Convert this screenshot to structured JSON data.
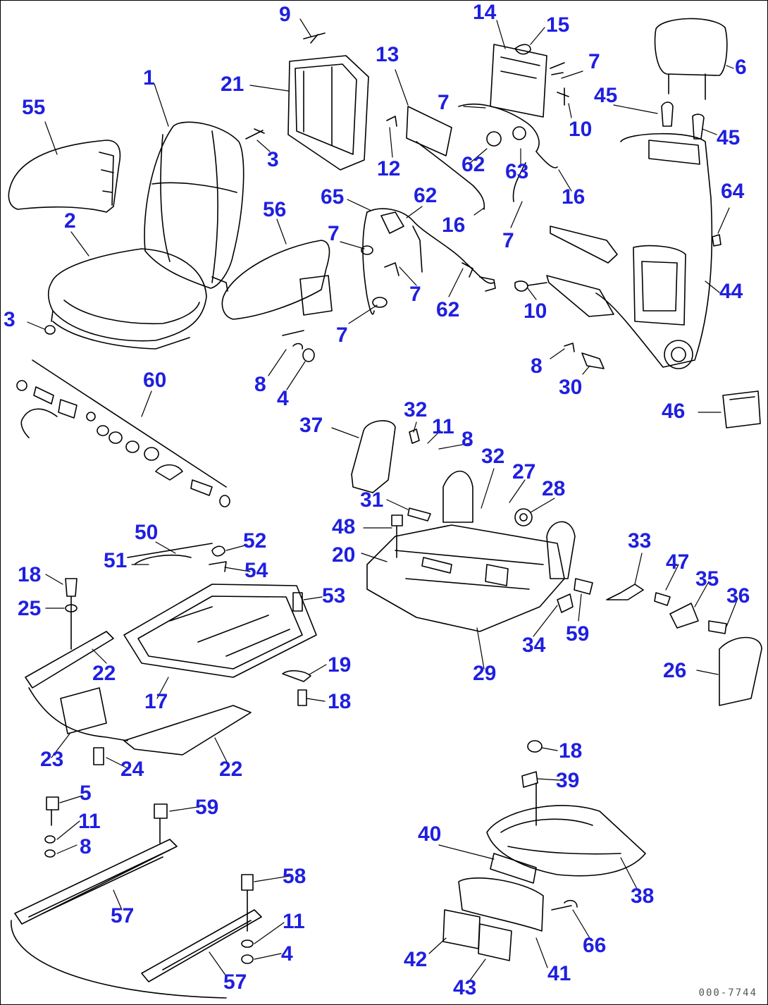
{
  "diagram": {
    "drawing_code": "000-7744",
    "callout_color": "#1f1fe0",
    "line_color": "#000000",
    "callouts": [
      {
        "id": "c-9",
        "text": "9"
      },
      {
        "id": "c-14",
        "text": "14"
      },
      {
        "id": "c-15",
        "text": "15"
      },
      {
        "id": "c-1",
        "text": "1"
      },
      {
        "id": "c-21",
        "text": "21"
      },
      {
        "id": "c-13",
        "text": "13"
      },
      {
        "id": "c-7a",
        "text": "7"
      },
      {
        "id": "c-6",
        "text": "6"
      },
      {
        "id": "c-55",
        "text": "55"
      },
      {
        "id": "c-45a",
        "text": "45"
      },
      {
        "id": "c-7b",
        "text": "7"
      },
      {
        "id": "c-3a",
        "text": "3"
      },
      {
        "id": "c-10a",
        "text": "10"
      },
      {
        "id": "c-45b",
        "text": "45"
      },
      {
        "id": "c-12",
        "text": "12"
      },
      {
        "id": "c-62a",
        "text": "62"
      },
      {
        "id": "c-63",
        "text": "63"
      },
      {
        "id": "c-16a",
        "text": "16"
      },
      {
        "id": "c-65",
        "text": "65"
      },
      {
        "id": "c-62b",
        "text": "62"
      },
      {
        "id": "c-64",
        "text": "64"
      },
      {
        "id": "c-56",
        "text": "56"
      },
      {
        "id": "c-2",
        "text": "2"
      },
      {
        "id": "c-16b",
        "text": "16"
      },
      {
        "id": "c-7c",
        "text": "7"
      },
      {
        "id": "c-7d",
        "text": "7"
      },
      {
        "id": "c-44",
        "text": "44"
      },
      {
        "id": "c-7e",
        "text": "7"
      },
      {
        "id": "c-62c",
        "text": "62"
      },
      {
        "id": "c-10b",
        "text": "10"
      },
      {
        "id": "c-3b",
        "text": "3"
      },
      {
        "id": "c-7f",
        "text": "7"
      },
      {
        "id": "c-8a",
        "text": "8"
      },
      {
        "id": "c-30",
        "text": "30"
      },
      {
        "id": "c-60",
        "text": "60"
      },
      {
        "id": "c-8b",
        "text": "8"
      },
      {
        "id": "c-4a",
        "text": "4"
      },
      {
        "id": "c-46",
        "text": "46"
      },
      {
        "id": "c-37",
        "text": "37"
      },
      {
        "id": "c-32a",
        "text": "32"
      },
      {
        "id": "c-11a",
        "text": "11"
      },
      {
        "id": "c-8c",
        "text": "8"
      },
      {
        "id": "c-32b",
        "text": "32"
      },
      {
        "id": "c-27",
        "text": "27"
      },
      {
        "id": "c-28",
        "text": "28"
      },
      {
        "id": "c-31",
        "text": "31"
      },
      {
        "id": "c-48",
        "text": "48"
      },
      {
        "id": "c-50",
        "text": "50"
      },
      {
        "id": "c-52",
        "text": "52"
      },
      {
        "id": "c-51",
        "text": "51"
      },
      {
        "id": "c-20",
        "text": "20"
      },
      {
        "id": "c-33",
        "text": "33"
      },
      {
        "id": "c-47",
        "text": "47"
      },
      {
        "id": "c-35",
        "text": "35"
      },
      {
        "id": "c-54",
        "text": "54"
      },
      {
        "id": "c-18a",
        "text": "18"
      },
      {
        "id": "c-36",
        "text": "36"
      },
      {
        "id": "c-53",
        "text": "53"
      },
      {
        "id": "c-25",
        "text": "25"
      },
      {
        "id": "c-34",
        "text": "34"
      },
      {
        "id": "c-59a",
        "text": "59"
      },
      {
        "id": "c-19",
        "text": "19"
      },
      {
        "id": "c-22a",
        "text": "22"
      },
      {
        "id": "c-26",
        "text": "26"
      },
      {
        "id": "c-29",
        "text": "29"
      },
      {
        "id": "c-17",
        "text": "17"
      },
      {
        "id": "c-18b",
        "text": "18"
      },
      {
        "id": "c-18c",
        "text": "18"
      },
      {
        "id": "c-23",
        "text": "23"
      },
      {
        "id": "c-24",
        "text": "24"
      },
      {
        "id": "c-22b",
        "text": "22"
      },
      {
        "id": "c-39",
        "text": "39"
      },
      {
        "id": "c-5",
        "text": "5"
      },
      {
        "id": "c-59b",
        "text": "59"
      },
      {
        "id": "c-11b",
        "text": "11"
      },
      {
        "id": "c-40",
        "text": "40"
      },
      {
        "id": "c-8d",
        "text": "8"
      },
      {
        "id": "c-38",
        "text": "38"
      },
      {
        "id": "c-58",
        "text": "58"
      },
      {
        "id": "c-57a",
        "text": "57"
      },
      {
        "id": "c-11c",
        "text": "11"
      },
      {
        "id": "c-66",
        "text": "66"
      },
      {
        "id": "c-4b",
        "text": "4"
      },
      {
        "id": "c-42",
        "text": "42"
      },
      {
        "id": "c-41",
        "text": "41"
      },
      {
        "id": "c-57b",
        "text": "57"
      },
      {
        "id": "c-43",
        "text": "43"
      }
    ]
  }
}
